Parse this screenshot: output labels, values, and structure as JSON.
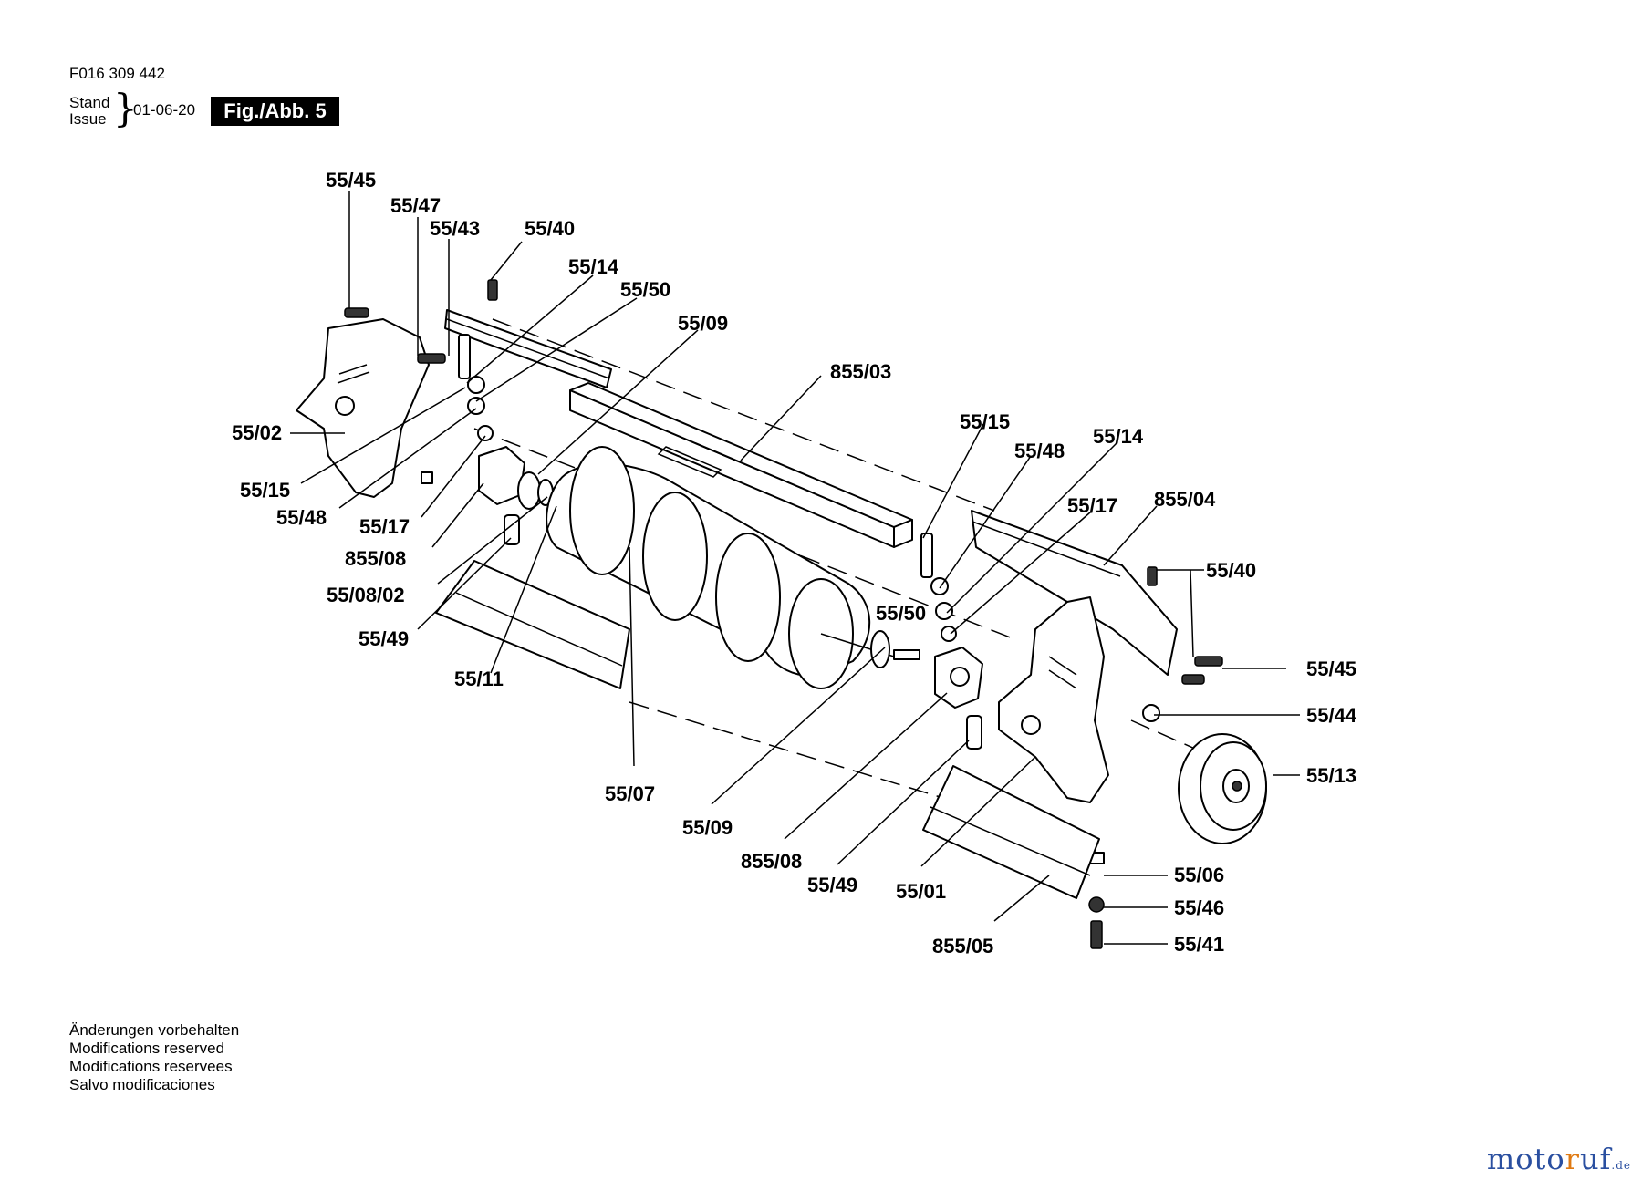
{
  "header": {
    "doc_number": "F016 309 442",
    "stand_label": "Stand",
    "issue_label": "Issue",
    "issue_date": "01-06-20",
    "figure_label": "Fig./Abb. 5"
  },
  "footer": {
    "lines": [
      "Änderungen vorbehalten",
      "Modifications reserved",
      "Modifications reservees",
      "Salvo modificaciones"
    ]
  },
  "watermark": {
    "text_a": "moto",
    "text_b": "r",
    "text_c": "uf",
    "text_d": ".de"
  },
  "parts": [
    "55/45",
    "55/47",
    "55/43",
    "55/40",
    "55/14",
    "55/50",
    "55/09",
    "855/03",
    "55/02",
    "55/15",
    "55/48",
    "55/17",
    "855/08",
    "55/08/02",
    "55/49",
    "55/11",
    "55/07",
    "55/09",
    "855/08",
    "55/49",
    "55/01",
    "855/05",
    "55/15",
    "55/48",
    "55/14",
    "55/17",
    "855/04",
    "55/40",
    "55/50",
    "55/45",
    "55/44",
    "55/13",
    "55/06",
    "55/46",
    "55/41"
  ]
}
